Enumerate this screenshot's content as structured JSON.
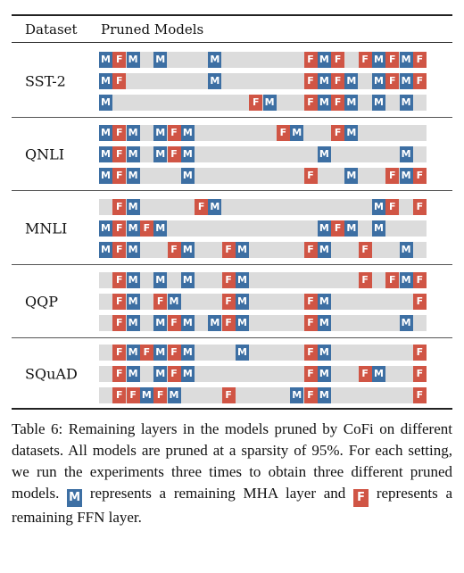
{
  "table": {
    "header_dataset": "Dataset",
    "header_models": "Pruned Models",
    "groups": [
      {
        "name": "SST-2",
        "rows": [
          [
            [
              0,
              "M"
            ],
            [
              1,
              "F"
            ],
            [
              2,
              "M"
            ],
            [
              4,
              "M"
            ],
            [
              8,
              "M"
            ],
            [
              15,
              "F"
            ],
            [
              16,
              "M"
            ],
            [
              17,
              "F"
            ],
            [
              19,
              "F"
            ],
            [
              20,
              "M"
            ],
            [
              21,
              "F"
            ],
            [
              22,
              "M"
            ],
            [
              23,
              "F"
            ]
          ],
          [
            [
              0,
              "M"
            ],
            [
              1,
              "F"
            ],
            [
              8,
              "M"
            ],
            [
              15,
              "F"
            ],
            [
              16,
              "M"
            ],
            [
              17,
              "F"
            ],
            [
              18,
              "M"
            ],
            [
              20,
              "M"
            ],
            [
              21,
              "F"
            ],
            [
              22,
              "M"
            ],
            [
              23,
              "F"
            ]
          ],
          [
            [
              0,
              "M"
            ],
            [
              11,
              "F"
            ],
            [
              12,
              "M"
            ],
            [
              15,
              "F"
            ],
            [
              16,
              "M"
            ],
            [
              17,
              "F"
            ],
            [
              18,
              "M"
            ],
            [
              20,
              "M"
            ],
            [
              22,
              "M"
            ]
          ]
        ]
      },
      {
        "name": "QNLI",
        "rows": [
          [
            [
              0,
              "M"
            ],
            [
              1,
              "F"
            ],
            [
              2,
              "M"
            ],
            [
              4,
              "M"
            ],
            [
              5,
              "F"
            ],
            [
              6,
              "M"
            ],
            [
              13,
              "F"
            ],
            [
              14,
              "M"
            ],
            [
              17,
              "F"
            ],
            [
              18,
              "M"
            ]
          ],
          [
            [
              0,
              "M"
            ],
            [
              1,
              "F"
            ],
            [
              2,
              "M"
            ],
            [
              4,
              "M"
            ],
            [
              5,
              "F"
            ],
            [
              6,
              "M"
            ],
            [
              16,
              "M"
            ],
            [
              22,
              "M"
            ]
          ],
          [
            [
              0,
              "M"
            ],
            [
              1,
              "F"
            ],
            [
              2,
              "M"
            ],
            [
              6,
              "M"
            ],
            [
              15,
              "F"
            ],
            [
              18,
              "M"
            ],
            [
              21,
              "F"
            ],
            [
              22,
              "M"
            ],
            [
              23,
              "F"
            ]
          ]
        ]
      },
      {
        "name": "MNLI",
        "rows": [
          [
            [
              1,
              "F"
            ],
            [
              2,
              "M"
            ],
            [
              7,
              "F"
            ],
            [
              8,
              "M"
            ],
            [
              20,
              "M"
            ],
            [
              21,
              "F"
            ],
            [
              23,
              "F"
            ]
          ],
          [
            [
              0,
              "M"
            ],
            [
              1,
              "F"
            ],
            [
              2,
              "M"
            ],
            [
              3,
              "F"
            ],
            [
              4,
              "M"
            ],
            [
              16,
              "M"
            ],
            [
              17,
              "F"
            ],
            [
              18,
              "M"
            ],
            [
              20,
              "M"
            ]
          ],
          [
            [
              0,
              "M"
            ],
            [
              1,
              "F"
            ],
            [
              2,
              "M"
            ],
            [
              5,
              "F"
            ],
            [
              6,
              "M"
            ],
            [
              9,
              "F"
            ],
            [
              10,
              "M"
            ],
            [
              15,
              "F"
            ],
            [
              16,
              "M"
            ],
            [
              19,
              "F"
            ],
            [
              22,
              "M"
            ]
          ]
        ]
      },
      {
        "name": "QQP",
        "rows": [
          [
            [
              1,
              "F"
            ],
            [
              2,
              "M"
            ],
            [
              4,
              "M"
            ],
            [
              6,
              "M"
            ],
            [
              9,
              "F"
            ],
            [
              10,
              "M"
            ],
            [
              19,
              "F"
            ],
            [
              21,
              "F"
            ],
            [
              22,
              "M"
            ],
            [
              23,
              "F"
            ]
          ],
          [
            [
              1,
              "F"
            ],
            [
              2,
              "M"
            ],
            [
              4,
              "F"
            ],
            [
              5,
              "M"
            ],
            [
              9,
              "F"
            ],
            [
              10,
              "M"
            ],
            [
              15,
              "F"
            ],
            [
              16,
              "M"
            ],
            [
              23,
              "F"
            ]
          ],
          [
            [
              1,
              "F"
            ],
            [
              2,
              "M"
            ],
            [
              4,
              "M"
            ],
            [
              5,
              "F"
            ],
            [
              6,
              "M"
            ],
            [
              8,
              "M"
            ],
            [
              9,
              "F"
            ],
            [
              10,
              "M"
            ],
            [
              15,
              "F"
            ],
            [
              16,
              "M"
            ],
            [
              22,
              "M"
            ]
          ]
        ]
      },
      {
        "name": "SQuAD",
        "rows": [
          [
            [
              1,
              "F"
            ],
            [
              2,
              "M"
            ],
            [
              3,
              "F"
            ],
            [
              4,
              "M"
            ],
            [
              5,
              "F"
            ],
            [
              6,
              "M"
            ],
            [
              10,
              "M"
            ],
            [
              15,
              "F"
            ],
            [
              16,
              "M"
            ],
            [
              23,
              "F"
            ]
          ],
          [
            [
              1,
              "F"
            ],
            [
              2,
              "M"
            ],
            [
              4,
              "M"
            ],
            [
              5,
              "F"
            ],
            [
              6,
              "M"
            ],
            [
              15,
              "F"
            ],
            [
              16,
              "M"
            ],
            [
              19,
              "F"
            ],
            [
              20,
              "M"
            ],
            [
              23,
              "F"
            ]
          ],
          [
            [
              1,
              "F"
            ],
            [
              2,
              "F"
            ],
            [
              3,
              "M"
            ],
            [
              4,
              "F"
            ],
            [
              5,
              "M"
            ],
            [
              9,
              "F"
            ],
            [
              14,
              "M"
            ],
            [
              15,
              "F"
            ],
            [
              16,
              "M"
            ],
            [
              23,
              "F"
            ]
          ]
        ]
      }
    ]
  },
  "caption": {
    "part1": "Table 6: Remaining layers in the models pruned by CoFi on different datasets. All models are pruned at a sparsity of 95%. For each setting, we run the experiments three times to obtain three different pruned models.",
    "m_symbol": "M",
    "part2": "represents a remaining MHA layer and",
    "f_symbol": "F",
    "part3": "represents a remaining FFN layer."
  },
  "colors": {
    "mha": "#3d6fa3",
    "ffn": "#d05545",
    "bar": "#dcdcdc"
  }
}
